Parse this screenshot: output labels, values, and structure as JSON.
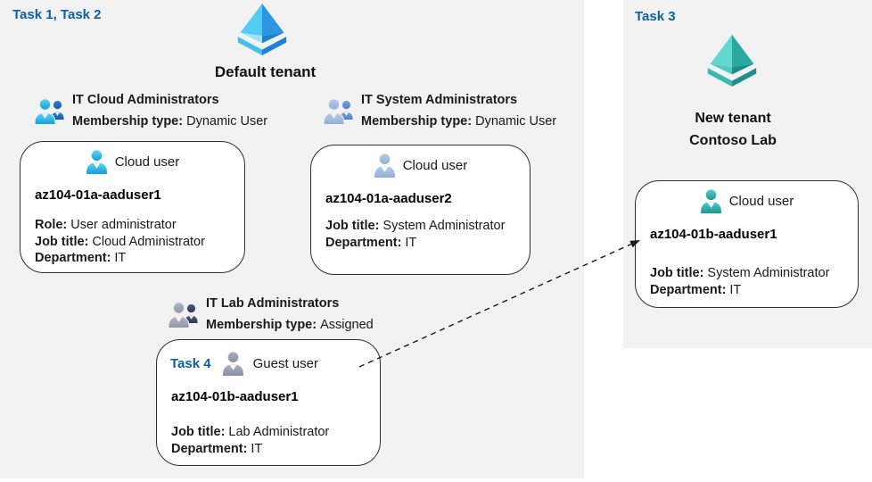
{
  "colors": {
    "panel_bg": "#f2f2f2",
    "task_label_blue": "#0e5fa8",
    "text": "#1a1a1a",
    "card_border": "#2e2e2e",
    "cloud_user_cyan": "#2fb7e6",
    "cloud_user_steel": "#a9c3e0",
    "guest_user_gray": "#a3a5b5",
    "cloud_user_teal": "#35b5ad"
  },
  "labels": {
    "task12": "Task 1, Task 2",
    "task3": "Task 3"
  },
  "tenants": {
    "default_tenant": {
      "name": "Default tenant"
    },
    "new_tenant": {
      "name_line1": "New tenant",
      "name_line2": "Contoso Lab"
    }
  },
  "groups": [
    {
      "name": "IT Cloud Administrators",
      "membership_label": "Membership type:",
      "membership_value": "Dynamic User"
    },
    {
      "name": "IT System Administrators",
      "membership_label": "Membership type:",
      "membership_value": "Dynamic User"
    },
    {
      "name": "IT Lab Administrators",
      "membership_label": "Membership type:",
      "membership_value": "Assigned"
    }
  ],
  "cards": [
    {
      "user_type": "Cloud user",
      "name": "az104-01a-aaduser1",
      "attributes": [
        [
          "Role:",
          "User administrator"
        ],
        [
          "Job title:",
          "Cloud Administrator"
        ],
        [
          "Department:",
          "IT"
        ]
      ]
    },
    {
      "user_type": "Cloud user",
      "name": "az104-01a-aaduser2",
      "attributes": [
        [
          "Job title:",
          "System Administrator"
        ],
        [
          "Department:",
          "IT"
        ]
      ]
    },
    {
      "task_label": "Task 4",
      "user_type": "Guest user",
      "name": "az104-01b-aaduser1",
      "attributes": [
        [
          "Job title:",
          "Lab Administrator"
        ],
        [
          "Department:",
          "IT"
        ]
      ]
    },
    {
      "user_type": "Cloud user",
      "name": "az104-01b-aaduser1",
      "attributes": [
        [
          "Job title:",
          "System Administrator"
        ],
        [
          "Department:",
          "IT"
        ]
      ]
    }
  ],
  "icons": {
    "default_tenant_icon": "azure-ad-pyramid-blue",
    "new_tenant_icon": "azure-ad-pyramid-teal",
    "group_icons": [
      "group-people-blue",
      "group-people-steelblue",
      "group-people-gray"
    ],
    "user_icons": [
      "person-cyan",
      "person-steelblue",
      "person-gray",
      "person-teal"
    ]
  },
  "arrow": {
    "style": "dashed",
    "from": "guest-user-card",
    "to": "new-tenant-user-card"
  }
}
